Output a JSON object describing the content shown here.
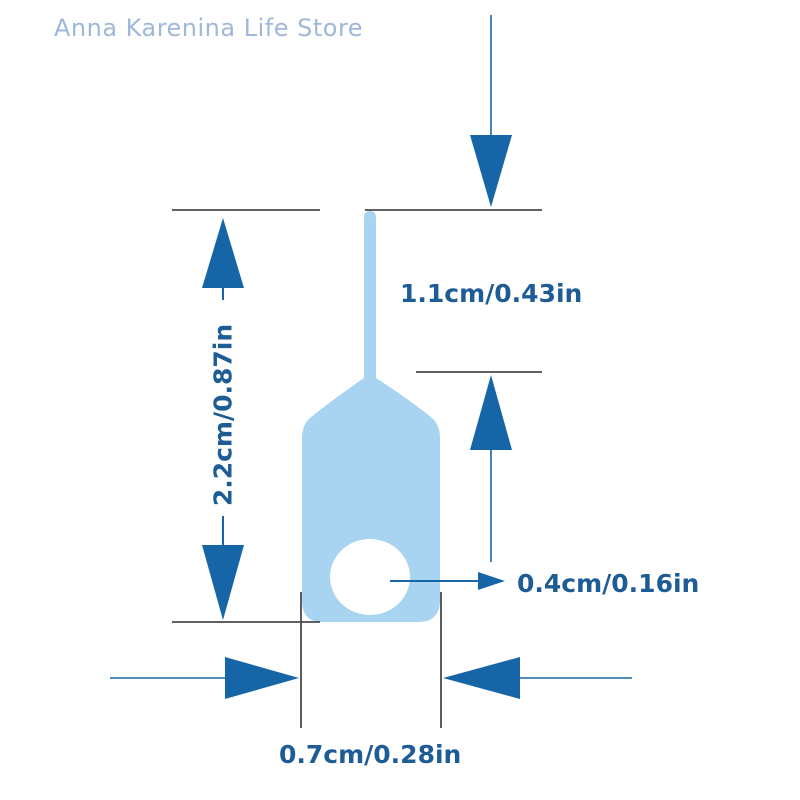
{
  "watermark": "Anna Karenina Life Store",
  "labels": {
    "height": "2.2cm/0.87in",
    "pin_length": "1.1cm/0.43in",
    "hole": "0.4cm/0.16in",
    "width": "0.7cm/0.28in"
  },
  "icons": {
    "arrow": "triangle-arrowhead",
    "tool": "sim-ejector-pin"
  },
  "colors": {
    "arrow": "#1665a6",
    "label": "#1e5c96",
    "tool_fill": "#a8d4f2",
    "line": "#4a4a4a",
    "watermark": "#9fb8d8"
  }
}
